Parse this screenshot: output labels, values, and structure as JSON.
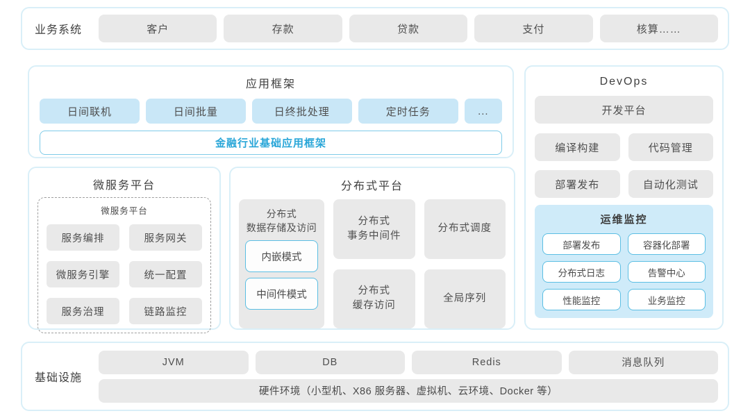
{
  "colors": {
    "accent_text": "#29a6d8",
    "accent_border": "#5bbee3",
    "card_border": "#d9eff8",
    "blue_button_bg": "#c9e7f7",
    "gray_button_bg": "#e9e9e9",
    "ops_panel_bg": "#cfebf9"
  },
  "business_systems": {
    "label": "业务系统",
    "items": [
      "客户",
      "存款",
      "贷款",
      "支付",
      "核算……"
    ]
  },
  "app_framework": {
    "title": "应用框架",
    "modules": [
      "日间联机",
      "日间批量",
      "日终批处理",
      "定时任务",
      "..."
    ],
    "base_framework": "金融行业基础应用框架"
  },
  "devops": {
    "title": "DevOps",
    "dev_platform": "开发平台",
    "tools": [
      "编译构建",
      "代码管理",
      "部署发布",
      "自动化测试"
    ],
    "ops_monitoring": {
      "title": "运维监控",
      "items": [
        "部署发布",
        "容器化部署",
        "分布式日志",
        "告警中心",
        "性能监控",
        "业务监控"
      ]
    }
  },
  "microservice_platform": {
    "title": "微服务平台",
    "inner_title": "微服务平台",
    "items": [
      "服务编排",
      "服务网关",
      "微服务引擎",
      "统一配置",
      "服务治理",
      "链路监控"
    ]
  },
  "distributed_platform": {
    "title": "分布式平台",
    "storage": {
      "label": "分布式\n数据存储及访问",
      "modes": [
        "内嵌模式",
        "中间件模式"
      ]
    },
    "cells": [
      "分布式\n事务中间件",
      "分布式调度",
      "分布式\n缓存访问",
      "全局序列"
    ]
  },
  "infrastructure": {
    "label": "基础设施",
    "items": [
      "JVM",
      "DB",
      "Redis",
      "消息队列"
    ],
    "hardware": "硬件环境（小型机、X86 服务器、虚拟机、云环境、Docker 等）"
  }
}
